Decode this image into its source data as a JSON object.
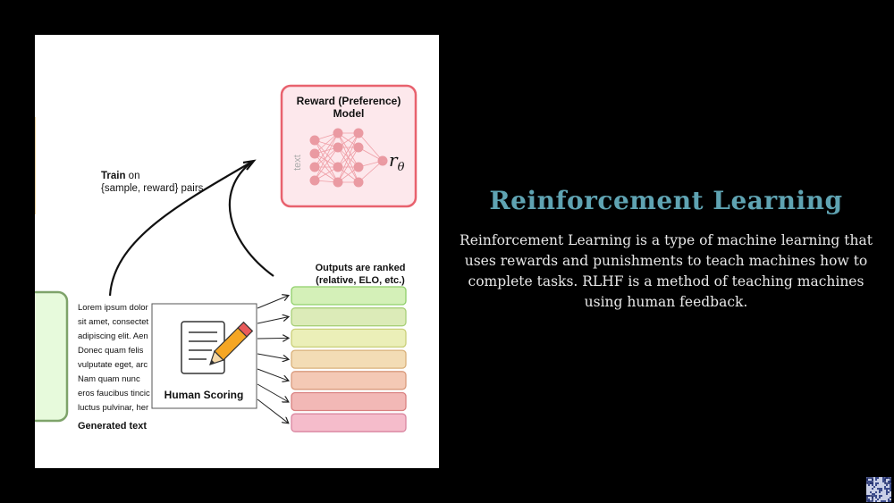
{
  "diagram": {
    "reward_model_title_line1": "Reward (Preference)",
    "reward_model_title_line2": "Model",
    "reward_model_input_label": "text",
    "reward_model_output_symbol": "r",
    "reward_model_output_subscript": "θ",
    "train_label_bold": "Train",
    "train_label_rest": " on",
    "train_label_line2": "{sample, reward} pairs",
    "generated_text_lines": [
      "Lorem ipsum dolor",
      "sit amet, consectet",
      "adipiscing elit. Aen",
      "Donec quam felis",
      "vulputate eget, arc",
      "Nam quam nunc",
      "eros faucibus tincic",
      "luctus pulvinar, her"
    ],
    "generated_text_label": "Generated text",
    "human_scoring_label": "Human Scoring",
    "ranked_label_line1": "Outputs are ranked",
    "ranked_label_line2": "(relative, ELO, etc.)",
    "rank_bar_colors": [
      "#d4f0b8",
      "#dcebb8",
      "#ebefb8",
      "#f3dcb5",
      "#f4c9b5",
      "#f2b8b6",
      "#f5bccb"
    ],
    "rank_bar_border_colors": [
      "#8fcf6a",
      "#a8cf78",
      "#c9cf78",
      "#d9b07a",
      "#d99a7c",
      "#d98080",
      "#d986a0"
    ],
    "reward_model_border_color": "#e8626e",
    "neuron_color": "#ea9aa2"
  },
  "text_panel": {
    "heading": "Reinforcement Learning",
    "paragraph": "Reinforcement Learning is a type of machine learning that uses rewards and punishments to teach machines how to complete tasks. RLHF is a method of teaching machines using human feedback."
  },
  "colors": {
    "heading": "#5fa3b2",
    "background": "#000000"
  }
}
